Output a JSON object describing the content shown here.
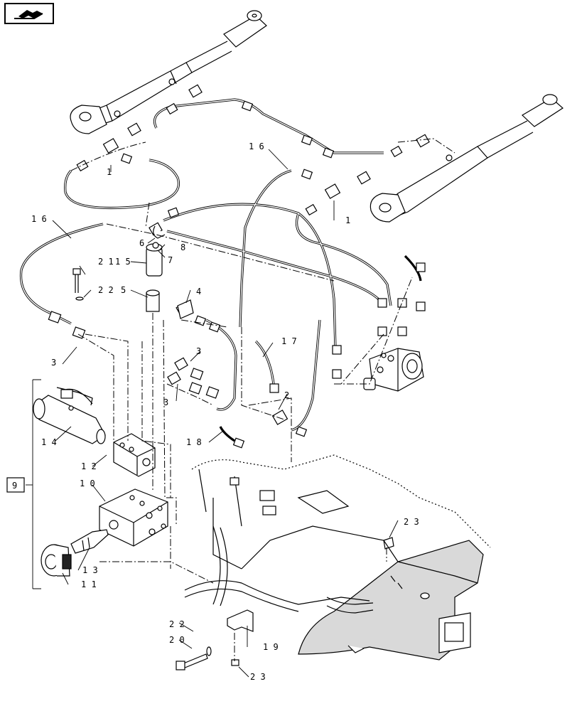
{
  "nav": {
    "icon": "next-page-arrow-icon"
  },
  "callouts": {
    "c1a": "1",
    "c1b": "1",
    "c2": "2",
    "c3a": "3",
    "c3b": "3",
    "c3c": "3",
    "c4": "4",
    "c5": "5",
    "c6": "6",
    "c7": "7",
    "c8": "8",
    "c9": "9",
    "c10": "10",
    "c11": "11",
    "c12": "12",
    "c13": "13",
    "c14": "14",
    "c15": "15",
    "c16a": "16",
    "c16b": "16",
    "c17": "17",
    "c18": "18",
    "c19": "19",
    "c20": "20",
    "c21": "21",
    "c22a": "22",
    "c22b": "22",
    "c23a": "23",
    "c23b": "23"
  },
  "colors": {
    "line": "#000000",
    "shade": "#cccccc",
    "background": "#ffffff"
  }
}
